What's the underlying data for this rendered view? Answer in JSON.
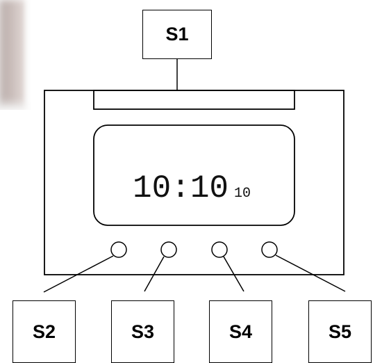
{
  "labels": {
    "s1": "S1",
    "s2": "S2",
    "s3": "S3",
    "s4": "S4",
    "s5": "S5"
  },
  "display": {
    "time": "10:10",
    "seconds": "10"
  },
  "colors": {
    "stroke": "#000000",
    "background": "#ffffff",
    "photo_fragment": "#c8bcb9"
  }
}
